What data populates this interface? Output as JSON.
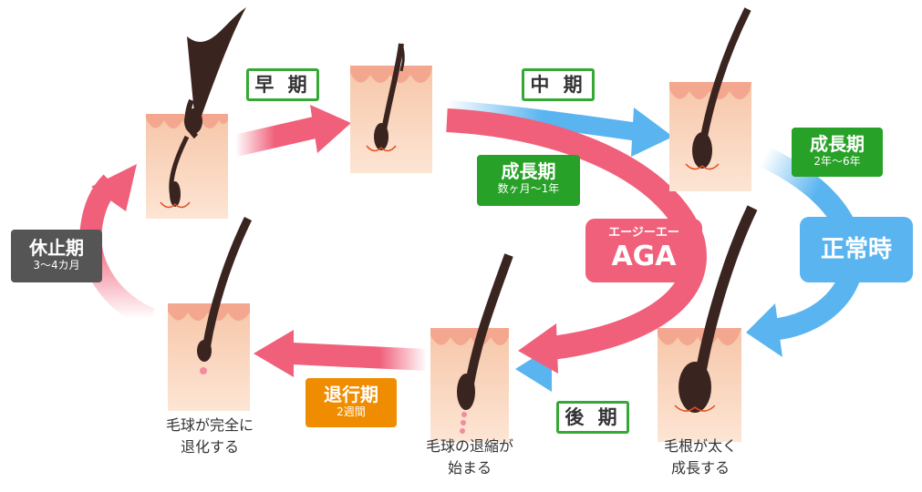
{
  "stages": {
    "early": "早 期",
    "middle": "中 期",
    "late": "後 期"
  },
  "phases": {
    "anagen_normal": {
      "title": "成長期",
      "sub": "2年〜6年",
      "color": "#27a127"
    },
    "anagen_aga": {
      "title": "成長期",
      "sub": "数ヶ月〜1年",
      "color": "#27a127"
    },
    "catagen": {
      "title": "退行期",
      "sub": "2週間",
      "color": "#f08c00"
    },
    "telogen": {
      "title": "休止期",
      "sub": "3〜4カ月",
      "color": "#555555"
    }
  },
  "cycles": {
    "normal": {
      "label": "正常時",
      "color": "#5ab4f0"
    },
    "aga": {
      "ruby": "エージーエー",
      "label": "AGA",
      "color": "#f0607a"
    }
  },
  "descriptions": {
    "thicken": [
      "毛根が太く",
      "成長する"
    ],
    "shrink": [
      "毛球の退縮が",
      "始まる"
    ],
    "complete": [
      "毛球が完全に",
      "退化する"
    ]
  }
}
